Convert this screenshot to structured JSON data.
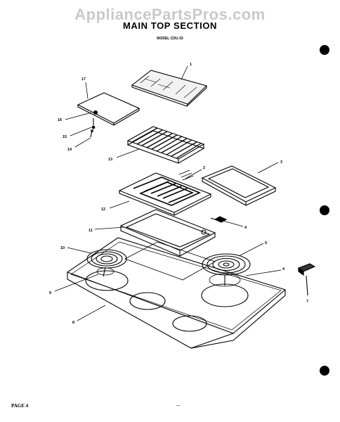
{
  "watermark": "AppliancePartsPros.com",
  "title": "MAIN TOP SECTION",
  "model": "MODEL CDU-33",
  "footer": {
    "page": "PAGE 4",
    "mark": "--"
  },
  "callouts": [
    {
      "id": "c1",
      "text": "1"
    },
    {
      "id": "c17",
      "text": "17"
    },
    {
      "id": "c16",
      "text": "16"
    },
    {
      "id": "c15",
      "text": "15"
    },
    {
      "id": "c14",
      "text": "14"
    },
    {
      "id": "c13",
      "text": "13"
    },
    {
      "id": "c2",
      "text": "2"
    },
    {
      "id": "c3",
      "text": "3"
    },
    {
      "id": "c12",
      "text": "12"
    },
    {
      "id": "c4a",
      "text": "4"
    },
    {
      "id": "c11",
      "text": "11"
    },
    {
      "id": "c10",
      "text": "10"
    },
    {
      "id": "c5",
      "text": "5"
    },
    {
      "id": "c4b",
      "text": "4"
    },
    {
      "id": "c9",
      "text": "9"
    },
    {
      "id": "c8",
      "text": "8"
    },
    {
      "id": "c7",
      "text": "7"
    }
  ]
}
